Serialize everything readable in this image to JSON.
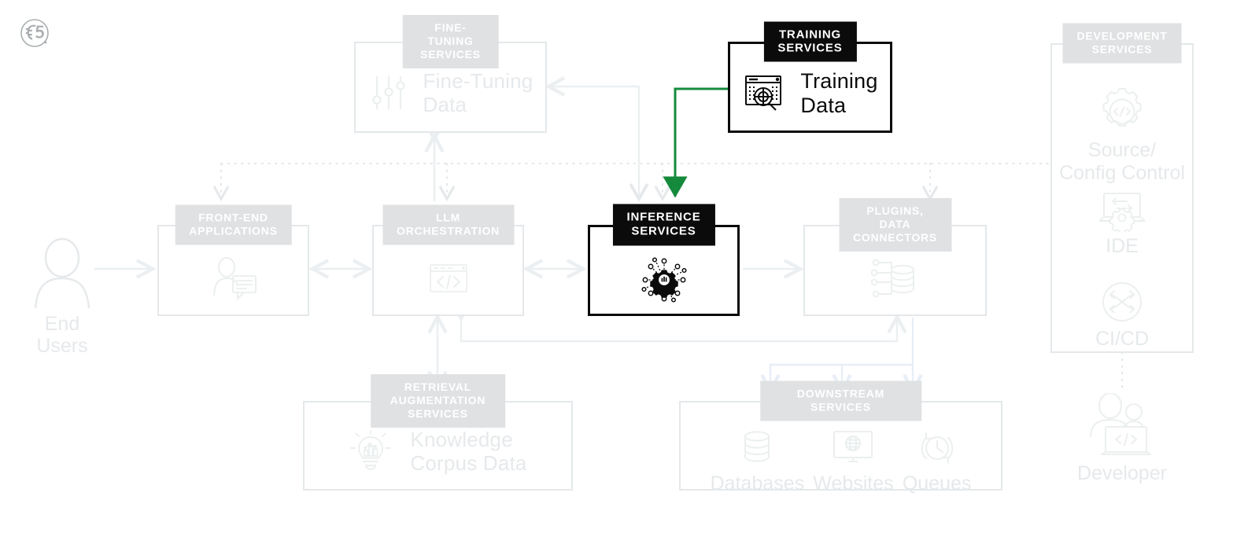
{
  "brand": {
    "logo": "f5-logo",
    "accent_green": "#158a3c",
    "highlight_black": "#0b0b0b",
    "faint_gray": "#e6e9eb",
    "header_gray": "#e0e1e3"
  },
  "nodes": {
    "fine_tuning": {
      "header": "FINE-TUNING SERVICES",
      "label": "Fine-Tuning\nData",
      "icon": "sliders-icon",
      "state": "dimmed"
    },
    "training": {
      "header": "TRAINING SERVICES",
      "label": "Training\nData",
      "icon": "data-search-icon",
      "state": "highlighted"
    },
    "front_end": {
      "header": "FRONT-END\nAPPLICATIONS",
      "icon": "user-chat-icon",
      "state": "dimmed"
    },
    "llm_orchestration": {
      "header": "LLM\nORCHESTRATION",
      "icon": "code-window-icon",
      "state": "dimmed"
    },
    "inference": {
      "header": "INFERENCE\nSERVICES",
      "icon": "ai-gear-network-icon",
      "state": "highlighted"
    },
    "plugins": {
      "header": "PLUGINS,\nDATA CONNECTORS",
      "icon": "database-connector-icon",
      "state": "dimmed"
    },
    "retrieval": {
      "header": "RETRIEVAL AUGMENTATION SERVICES",
      "label": "Knowledge\nCorpus Data",
      "icon": "lightbulb-data-icon",
      "state": "dimmed"
    },
    "downstream": {
      "header": "DOWNSTREAM SERVICES",
      "state": "dimmed",
      "items": [
        {
          "label": "Databases",
          "icon": "database-icon"
        },
        {
          "label": "Websites",
          "icon": "monitor-globe-icon"
        },
        {
          "label": "Queues",
          "icon": "clock-refresh-icon"
        }
      ]
    },
    "development": {
      "header": "DEVELOPMENT\nSERVICES",
      "state": "dimmed",
      "items": [
        {
          "label": "Source/\nConfig Control",
          "icon": "gear-code-icon"
        },
        {
          "label": "IDE",
          "icon": "laptop-gear-icon"
        },
        {
          "label": "CI/CD",
          "icon": "cicd-arrows-icon"
        }
      ]
    }
  },
  "actors": {
    "end_users": {
      "label": "End Users",
      "icon": "person-icon"
    },
    "developer": {
      "label": "Developer",
      "icon": "developers-laptop-icon"
    }
  },
  "connections": {
    "highlighted_flow": {
      "from": "training",
      "to": "inference",
      "color": "#158a3c",
      "style": "solid-arrow"
    },
    "dotted_bus": {
      "style": "dotted",
      "targets": [
        "front-end-applications",
        "llm-orchestration",
        "inference-services",
        "plugins-data-connectors",
        "development-services"
      ]
    }
  }
}
